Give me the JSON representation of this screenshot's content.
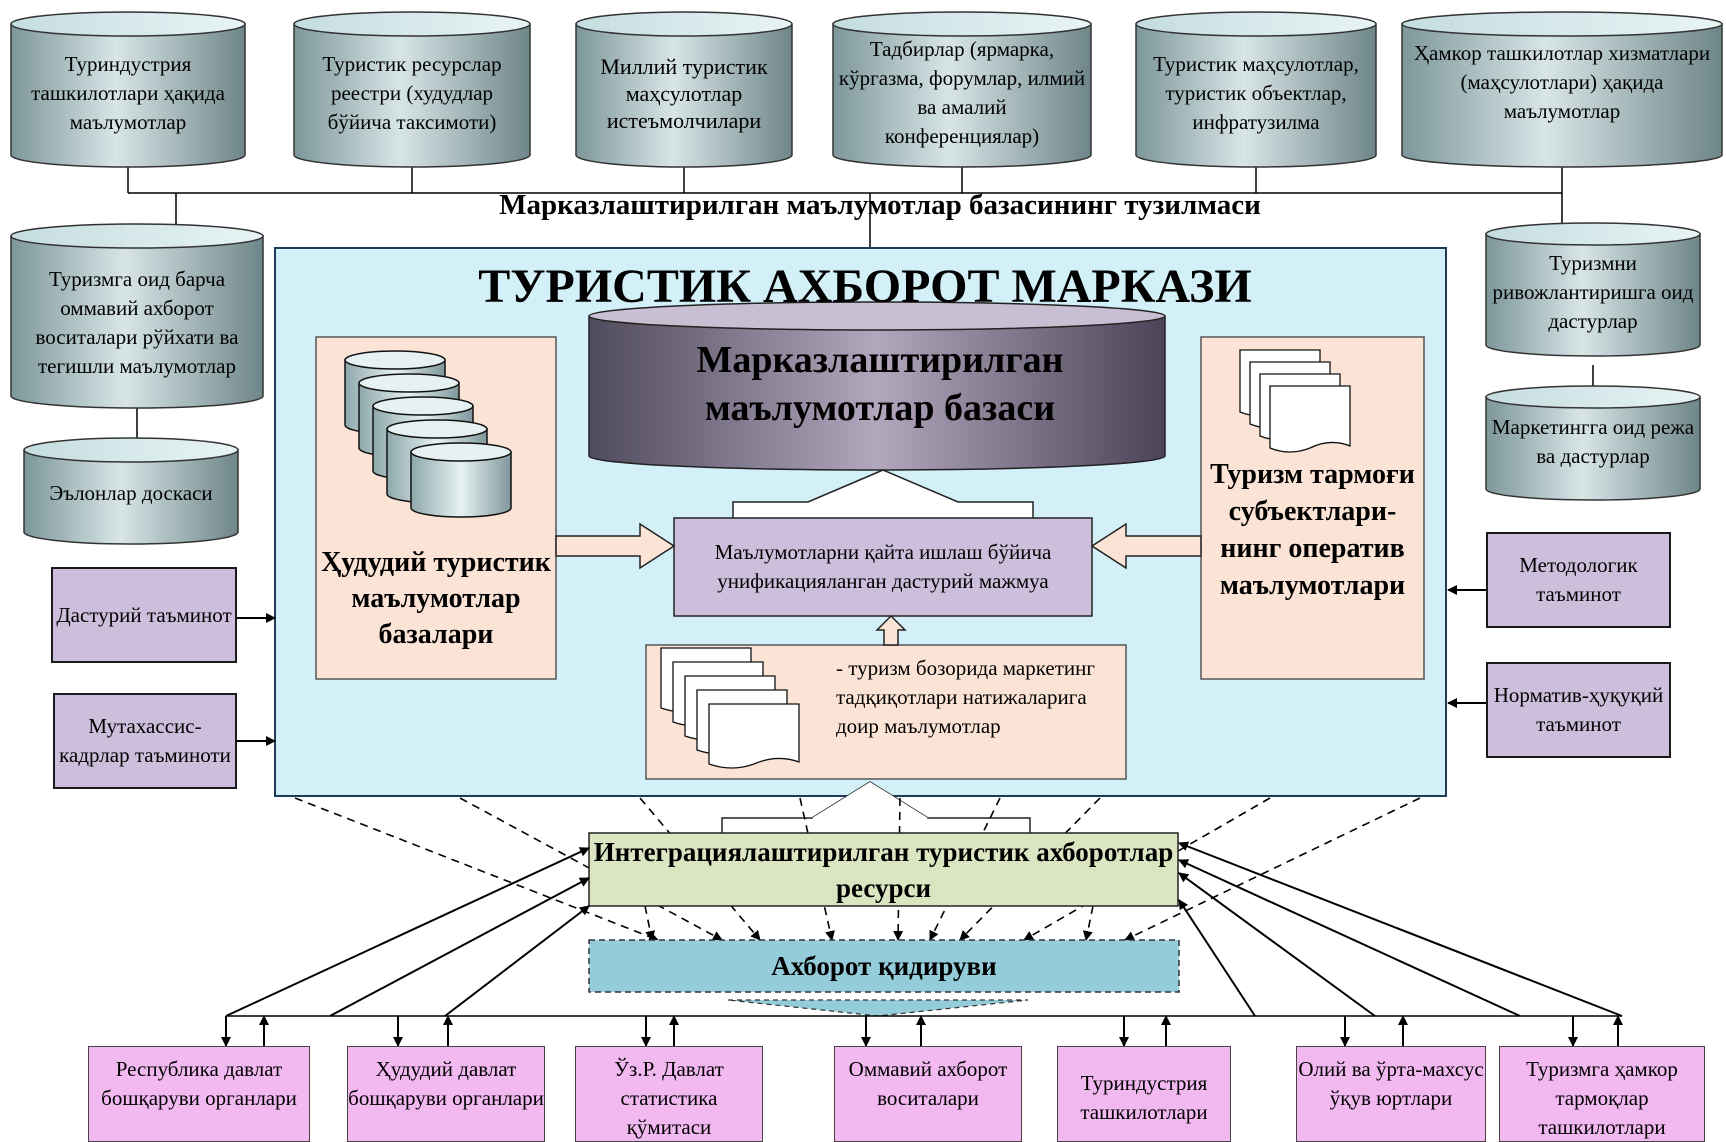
{
  "top_sources": [
    "Туриндустрия ташкилотлари ҳақида маълумотлар",
    "Туристик ресурслар реестри (худудлар бўйича таксимоти)",
    "Миллий туристик маҳсулотлар истеъмолчилари",
    "Тадбирлар (ярмарка, кўргазма, форумлар, илмий ва амалий конференциялар)",
    "Туристик маҳсулотлар, туристик объектлар, инфратузилма",
    "Ҳамкор ташкилотлар хизматлари (маҳсулотлари) ҳақида маълумотлар"
  ],
  "structure_title": "Марказлаштирилган маълумотлар базасининг тузилмаси",
  "left_sources": {
    "media_list": "Туризмга оид барча оммавий ахборот воситалари рўйхати ва тегишли маълумотлар",
    "bulletin_board": "Эълонлар доскаси"
  },
  "right_sources": {
    "programs": "Туризмни ривожлантиришга оид дастурлар",
    "marketing_plans": "Маркетингга оид режа ва дастурлар"
  },
  "left_support": {
    "software": "Дастурий таъминот",
    "staff": "Мутахассис-кадрлар таъминоти"
  },
  "right_support": {
    "methodology": "Методологик таъминот",
    "legal": "Норматив-ҳуқуқий таъминот"
  },
  "center": {
    "title": "ТУРИСТИК АХБОРОТ МАРКАЗИ",
    "database": "Марказлаштирилган маълумотлар базаси",
    "regional_db": "Ҳудудий туристик маълумотлар базалари",
    "operational": "Туризм тармоғи субъектлари-нинг оператив маълумотлари",
    "unified_software": "Маълумотларни қайта ишлаш бўйича унификацияланган дастурий мажмуа",
    "research": "- туризм бозорида маркетинг тадқиқотлари натижаларига доир маълумотлар"
  },
  "integrated_resource": "Интеграциялаштирилган туристик ахборотлар ресурси",
  "search": "Ахборот қидируви",
  "consumers": [
    "Республика давлат бошқаруви органлари",
    "Ҳудудий давлат бошқаруви органлари",
    "Ўз.Р. Давлат статистика қўмитаси",
    "Оммавий ахборот воситалари",
    "Туриндустрия ташкилотлари",
    "Олий ва ўрта-махсус ўқув юртлари",
    "Туризмга ҳамкор тармоқлар ташкилотлари"
  ],
  "colors": {
    "center_bg": "#d3f0f9",
    "violet": "#cdbfdb",
    "peach": "#fbe4d6",
    "pink": "#f2b8f0",
    "integrated": "#dbe5c2",
    "search": "#94ccda"
  }
}
